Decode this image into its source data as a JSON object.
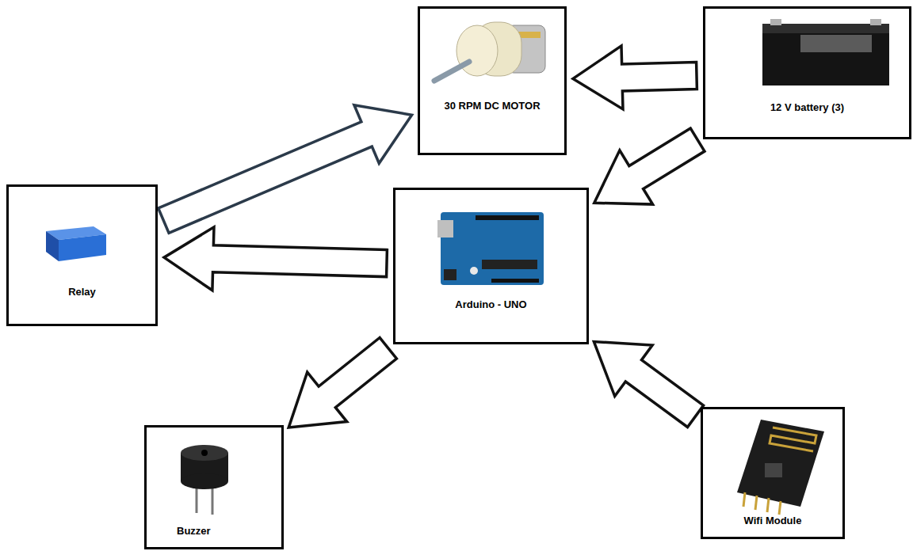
{
  "diagram": {
    "nodes": [
      {
        "text": [
          "30 RPM DC MOTOR"
        ]
      },
      {
        "text": [
          "12 V battery (3)"
        ]
      },
      {
        "text": [
          "Relay"
        ]
      },
      {
        "text": [
          "Arduino - UNO"
        ]
      },
      {
        "text": [
          "Buzzer"
        ]
      },
      {
        "text": [
          "Wifi Module"
        ]
      }
    ],
    "edges": [
      {
        "from": 1,
        "to": 0,
        "arrow": "to"
      },
      {
        "from": 1,
        "to": 3,
        "arrow": "to"
      },
      {
        "from": 2,
        "to": 0,
        "arrow": "to"
      },
      {
        "from": 3,
        "to": 2,
        "arrow": "to"
      },
      {
        "from": 3,
        "to": 4,
        "arrow": "to"
      },
      {
        "from": 5,
        "to": 3,
        "arrow": "to"
      }
    ]
  }
}
